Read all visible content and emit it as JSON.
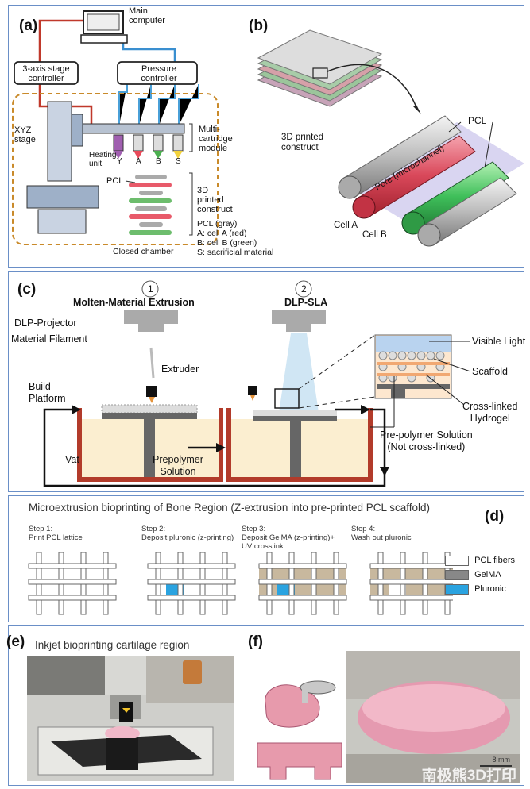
{
  "panel_a": {
    "label": "(a)",
    "main_computer": "Main\ncomputer",
    "stage_controller": "3-axis stage\ncontroller",
    "pressure_controller": "Pressure\ncontroller",
    "xyz_stage": "XYZ\nstage",
    "heating_unit": "Heating\nunit",
    "cartridge_letters": [
      "Y",
      "A",
      "B",
      "S"
    ],
    "multi_cartridge": "Multi-\ncartridge\nmodule",
    "pcl": "PCL",
    "construct": "3D\nprinted\nconstruct",
    "legend": [
      "PCL (gray)",
      "A: cell A (red)",
      "B: cell B (green)",
      "S: sacrificial material"
    ],
    "closed_chamber": "Closed chamber"
  },
  "panel_b": {
    "label": "(b)",
    "construct": "3D printed\nconstruct",
    "pcl": "PCL",
    "pore": "Pore (microchannel)",
    "cell_a": "Cell A",
    "cell_b": "Cell B"
  },
  "panel_c": {
    "label": "(c)",
    "step1_num": "1",
    "step2_num": "2",
    "step1_title": "Molten-Material Extrusion",
    "step2_title": "DLP-SLA",
    "dlp_projector": "DLP-Projector",
    "material_filament": "Material Filament",
    "extruder": "Extruder",
    "build_platform": "Build\nPlatform",
    "vat": "Vat",
    "prepolymer": "Prepolymer\nSolution",
    "visible_light": "Visible Light",
    "scaffold": "Scaffold",
    "crosslinked": "Cross-linked\nHydrogel",
    "prepoly_solution": "Pre-polymer Solution\n(Not cross-linked)"
  },
  "panel_d": {
    "label": "(d)",
    "title": "Microextrusion bioprinting of Bone Region (Z-extrusion into pre-printed PCL scaffold)",
    "steps": [
      "Step 1:\nPrint PCL lattice",
      "Step 2:\nDeposit pluronic (z-printing)",
      "Step 3:\nDeposit GelMA (z-printing)+\nUV crosslink",
      "Step 4:\nWash out pluronic"
    ],
    "legend": [
      "PCL fibers",
      "GelMA",
      "Pluronic"
    ],
    "colors": {
      "pcl": "#ffffff",
      "gelma": "#888888",
      "pluronic": "#2aa3e0",
      "gelma_fill": "#c8b89e"
    }
  },
  "panel_e": {
    "label": "(e)",
    "title": "Inkjet bioprinting cartilage region"
  },
  "panel_f": {
    "label": "(f)",
    "scale": "8 mm",
    "watermark": "南极熊3D打印"
  }
}
